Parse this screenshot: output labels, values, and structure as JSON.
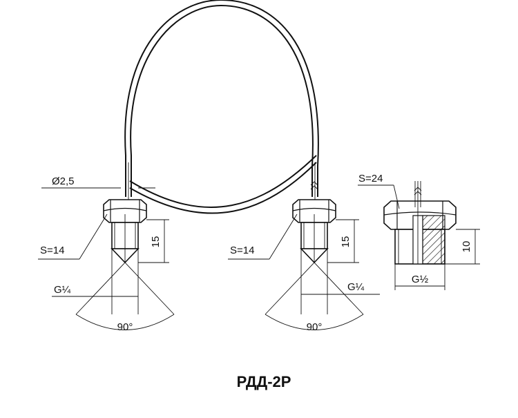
{
  "title": "РДД-2Р",
  "dimensions": {
    "capillary_diameter": "Ø2,5",
    "left_hex": "S=14",
    "left_height": "15",
    "left_thread": "G¼",
    "left_angle": "90°",
    "middle_hex": "S=14",
    "middle_height": "15",
    "middle_thread": "G¼",
    "middle_angle": "90°",
    "right_hex": "S=24",
    "right_height": "10",
    "right_thread": "G½"
  }
}
